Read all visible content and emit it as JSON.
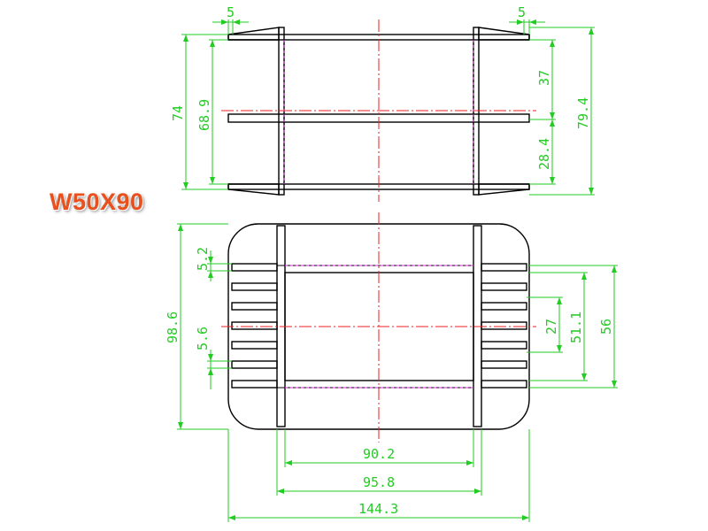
{
  "title": "W50X90",
  "dimensions": {
    "top_left_flange": "5",
    "top_right_flange": "5",
    "height_74": "74",
    "height_68_9": "68.9",
    "height_37": "37",
    "height_28_4": "28.4",
    "height_79_4": "79.4",
    "slot_5_2": "5.2",
    "slot_5_6": "5.6",
    "height_98_6": "98.6",
    "pitch_27": "27",
    "window_51_1": "51.1",
    "window_56": "56",
    "width_90_2": "90.2",
    "width_95_8": "95.8",
    "width_144_3": "144.3"
  },
  "colors": {
    "title": "#e8501e",
    "outline": "#000000",
    "dimension": "#22cc22",
    "centerline": "#ee2222",
    "hidden": "#cc33cc"
  }
}
